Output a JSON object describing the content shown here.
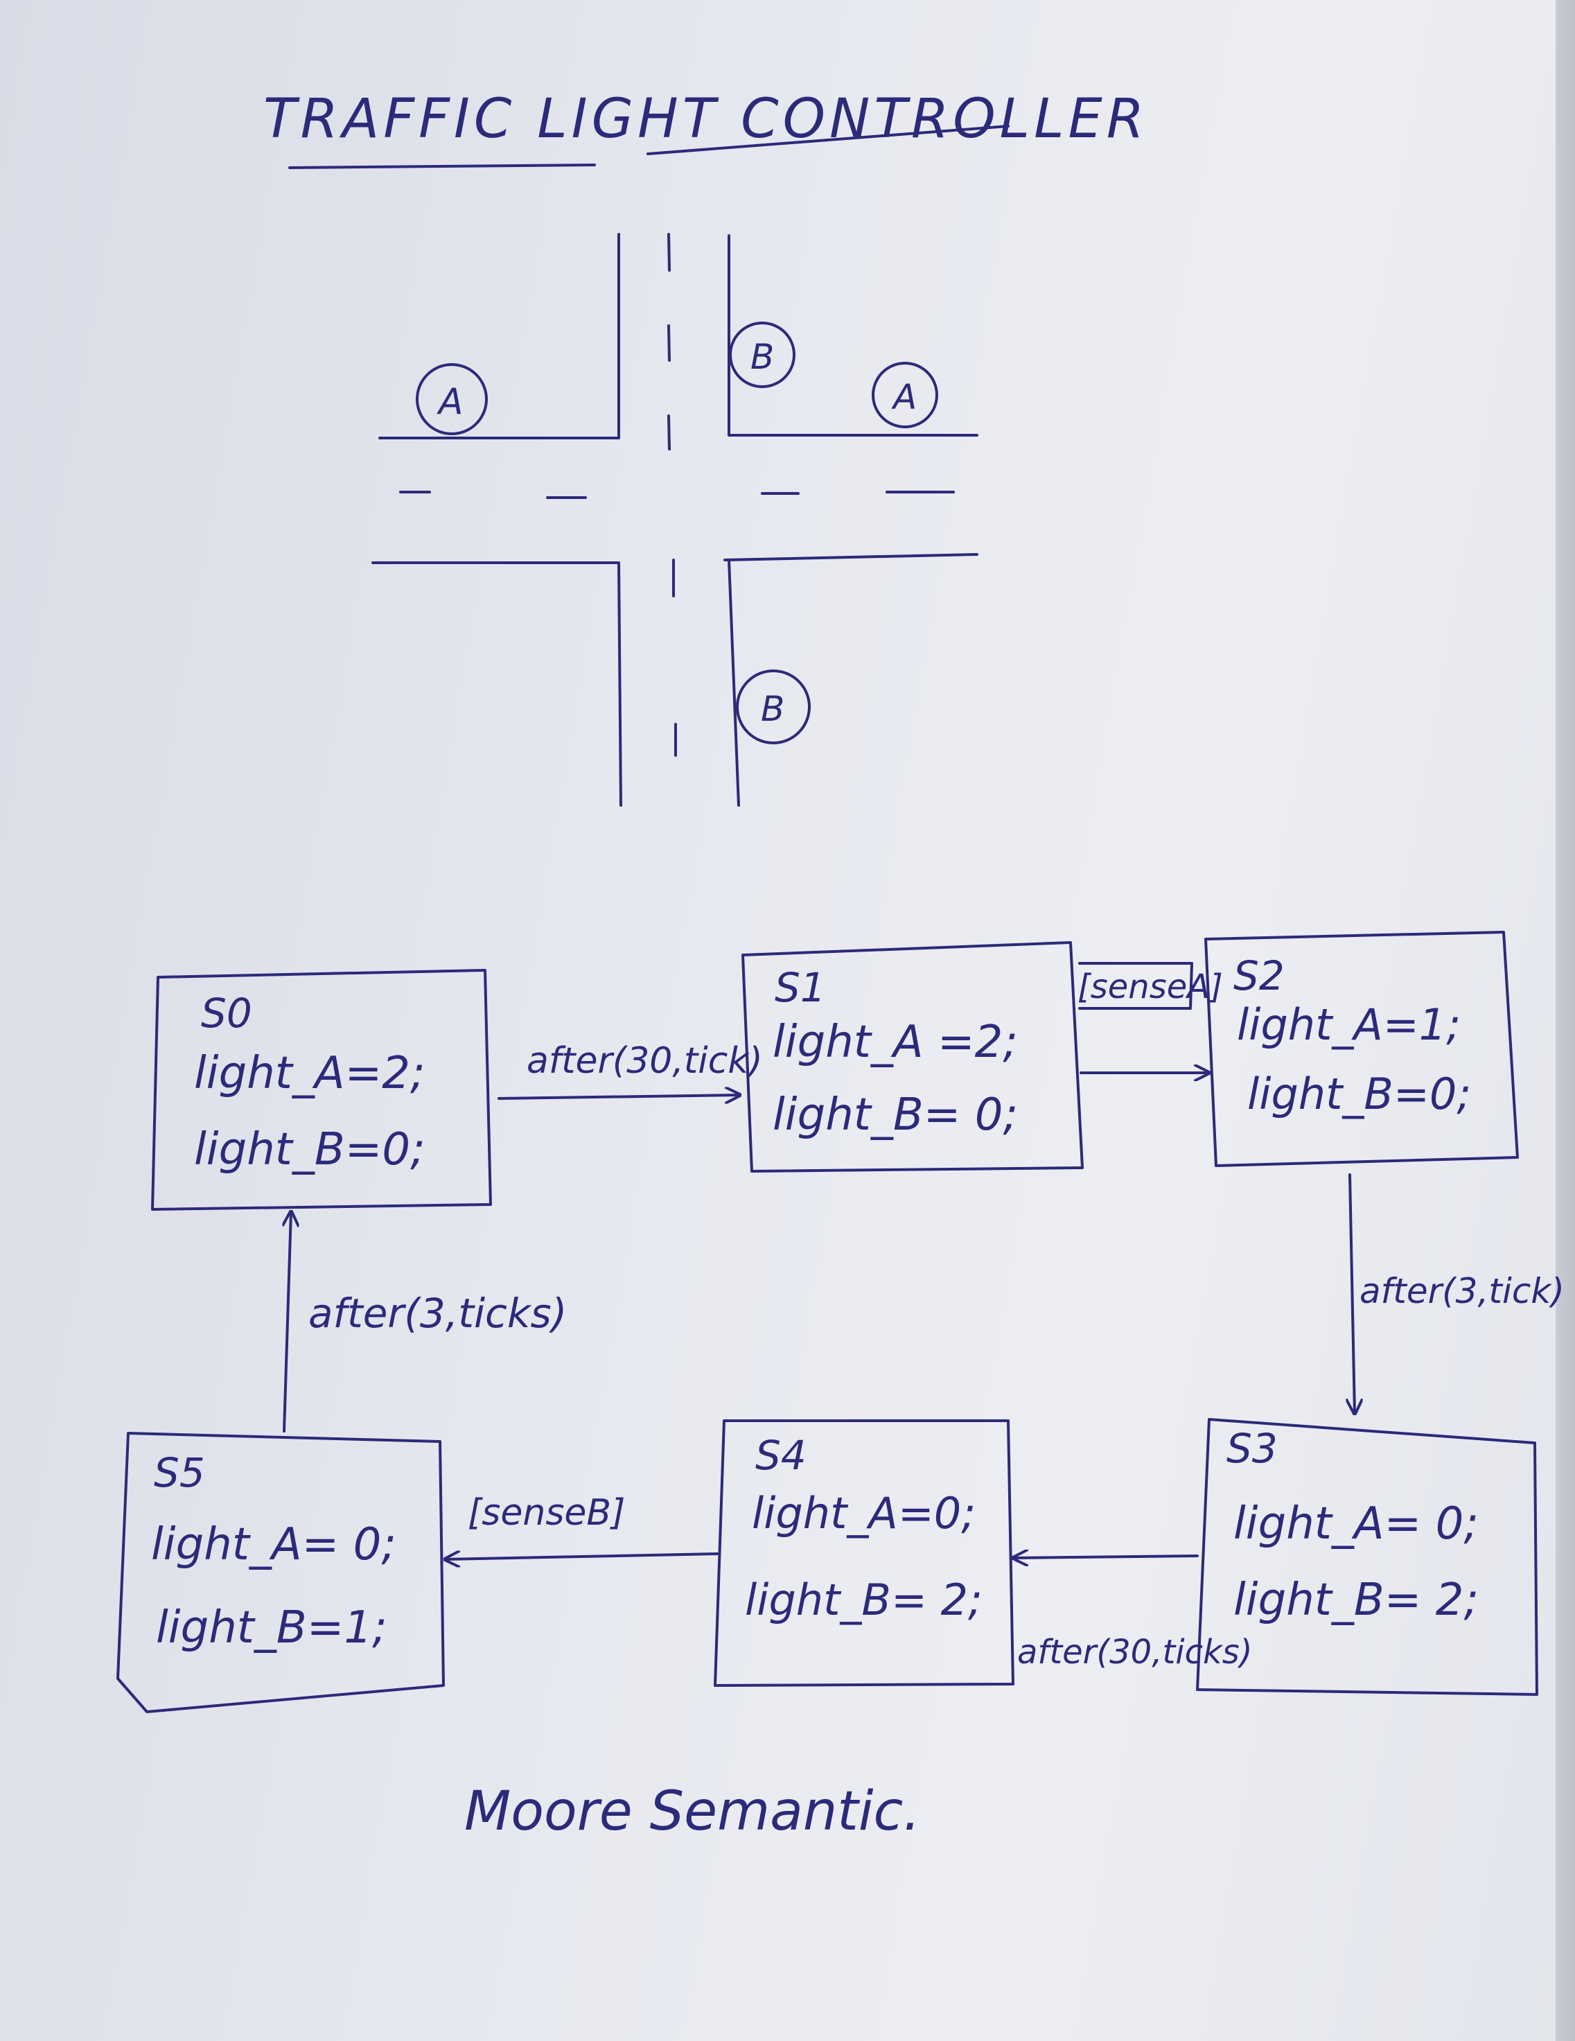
{
  "title": "TRAFFIC LIGHT CONTROLLER",
  "footer": "Moore Semantic.",
  "intersection": {
    "labels": [
      "A",
      "B",
      "A",
      "B"
    ]
  },
  "states": [
    {
      "name": "S0",
      "lines": [
        "light_A=2;",
        "light_B=0;"
      ]
    },
    {
      "name": "S1",
      "lines": [
        "light_A =2;",
        "light_B= 0;"
      ]
    },
    {
      "name": "S2",
      "lines": [
        "light_A=1;",
        "light_B=0;"
      ]
    },
    {
      "name": "S3",
      "lines": [
        "light_A= 0;",
        "light_B= 2;"
      ]
    },
    {
      "name": "S4",
      "lines": [
        "light_A=0;",
        "light_B= 2;"
      ]
    },
    {
      "name": "S5",
      "lines": [
        "light_A= 0;",
        "light_B=1;"
      ]
    }
  ],
  "transitions": [
    {
      "from": "S0",
      "to": "S1",
      "label": "after(30,tick)"
    },
    {
      "from": "S1",
      "to": "S2",
      "label": "[senseA]"
    },
    {
      "from": "S2",
      "to": "S3",
      "label": "after(3,tick)"
    },
    {
      "from": "S3",
      "to": "S4",
      "label": "after(30,ticks)"
    },
    {
      "from": "S4",
      "to": "S5",
      "label": "[senseB]"
    },
    {
      "from": "S5",
      "to": "S0",
      "label": "after(3,ticks)"
    }
  ]
}
